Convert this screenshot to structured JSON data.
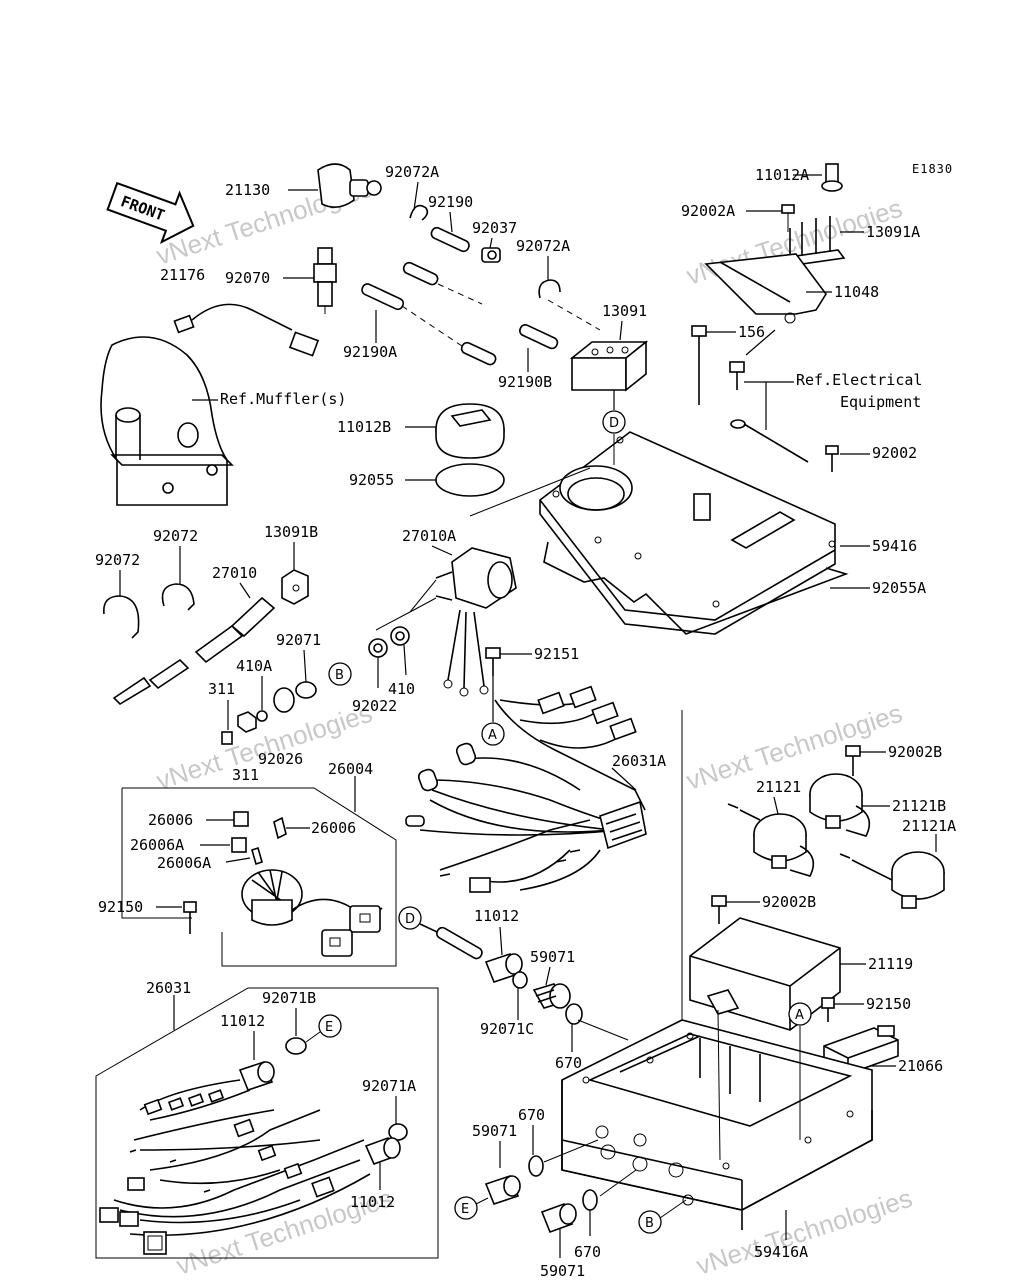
{
  "diagram_code": "E1830",
  "watermark": "vNext Technologies",
  "front_arrow": "FRONT",
  "labels": {
    "p21130": "21130",
    "p21176": "21176",
    "p92070": "92070",
    "ref_muffler": "Ref.Muffler(s)",
    "p92072A_1": "92072A",
    "p92190": "92190",
    "p92037": "92037",
    "p92072A_2": "92072A",
    "p92190A": "92190A",
    "p92190B": "92190B",
    "p13091": "13091",
    "p11012B": "11012B",
    "p92055": "92055",
    "p11012A": "11012A",
    "p92002A": "92002A",
    "p13091A": "13091A",
    "p11048": "11048",
    "p156": "156",
    "ref_electrical_1": "Ref.Electrical",
    "ref_electrical_2": "Equipment",
    "p92002": "92002",
    "p59416": "59416",
    "p92055A": "92055A",
    "p92072_1": "92072",
    "p92072_2": "92072",
    "p13091B": "13091B",
    "p27010A": "27010A",
    "p27010": "27010",
    "p92071": "92071",
    "p410A": "410A",
    "p311_1": "311",
    "p92022": "92022",
    "p410": "410",
    "p92026": "92026",
    "p311_2": "311",
    "p92151": "92151",
    "p26004": "26004",
    "p26031A": "26031A",
    "p26006_1": "26006",
    "p26006_2": "26006",
    "p26006A_1": "26006A",
    "p26006A_2": "26006A",
    "p92150_1": "92150",
    "p21121": "21121",
    "p92002B_1": "92002B",
    "p21121B": "21121B",
    "p21121A": "21121A",
    "p11012_1": "11012",
    "p59071_1": "59071",
    "p92071C": "92071C",
    "p670_1": "670",
    "p92002B_2": "92002B",
    "p21119": "21119",
    "p92150_2": "92150",
    "p21066": "21066",
    "p26031": "26031",
    "p92071B": "92071B",
    "p11012_2": "11012",
    "p92071A": "92071A",
    "p11012_3": "11012",
    "p670_2": "670",
    "p59071_2": "59071",
    "p670_3": "670",
    "p59071_3": "59071",
    "p59416A": "59416A"
  },
  "callouts": {
    "A1": "A",
    "A2": "A",
    "B1": "B",
    "B2": "B",
    "D1": "D",
    "D2": "D",
    "E1": "E",
    "E2": "E"
  }
}
